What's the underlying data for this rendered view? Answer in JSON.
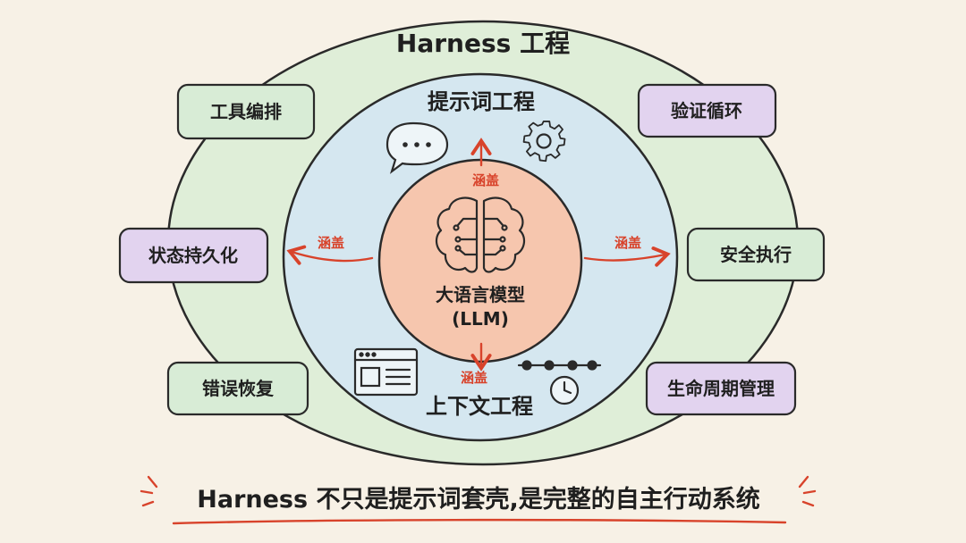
{
  "title": "Harness 工程",
  "middle_ring": {
    "top_label": "提示词工程",
    "bottom_label": "上下文工程"
  },
  "core": {
    "line1": "大语言模型",
    "line2": "(LLM)"
  },
  "arrows": {
    "up": "涵盖",
    "down": "涵盖",
    "left": "涵盖",
    "right": "涵盖"
  },
  "left_boxes": [
    "工具编排",
    "状态持久化",
    "错误恢复"
  ],
  "right_boxes": [
    "验证循环",
    "安全执行",
    "生命周期管理"
  ],
  "bottom_caption": "Harness 不只是提示词套壳,是完整的自主行动系统",
  "colors": {
    "background": "#f7f1e6",
    "outer_ring": "#dfeed8",
    "middle_ring": "#d5e7f0",
    "core": "#f6c6ae",
    "green_box": "#d8ecd6",
    "purple_box": "#e2d3ef",
    "arrow": "#d8432b"
  },
  "icons": [
    "chat-bubble-icon",
    "gear-icon",
    "brain-icon",
    "browser-window-icon",
    "timeline-icon",
    "clock-icon"
  ]
}
